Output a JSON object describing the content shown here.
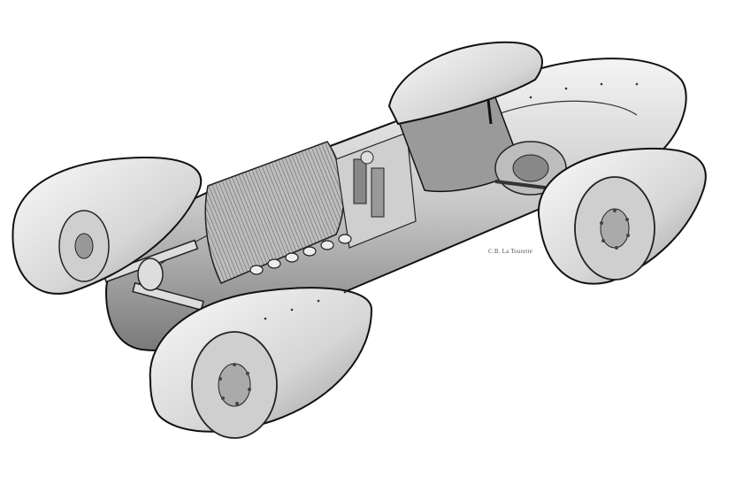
{
  "illustration": {
    "subject": "cutaway drawing of a vintage streamlined race car",
    "style": "black and white technical illustration",
    "background": "#ffffff",
    "signature": "C.B. La Tourette"
  }
}
